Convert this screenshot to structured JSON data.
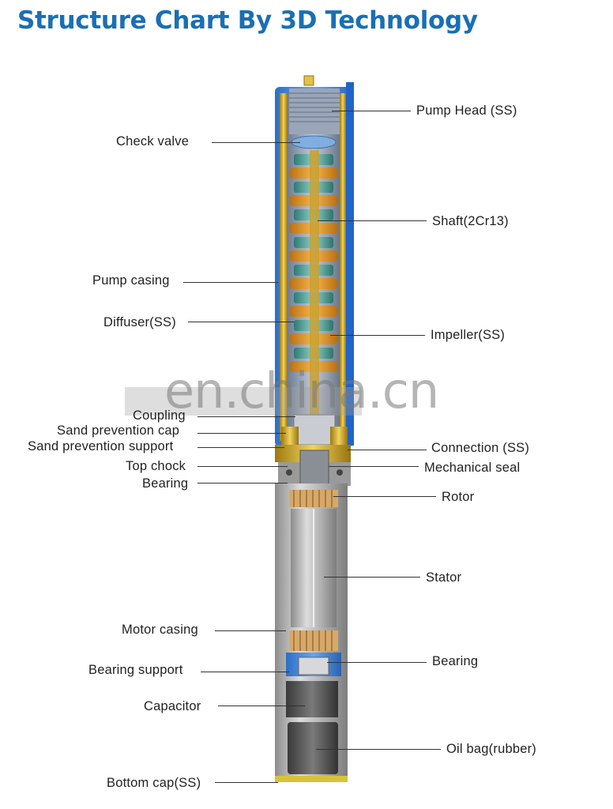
{
  "title": "Structure Chart By 3D Technology",
  "watermark": "en.china.cn",
  "labels": {
    "pump_head": "Pump Head (SS)",
    "check_valve": "Check valve",
    "shaft": "Shaft(2Cr13)",
    "pump_casing": "Pump casing",
    "diffuser": "Diffuser(SS)",
    "impeller": "Impeller(SS)",
    "coupling": "Coupling",
    "sand_prevention_cap": "Sand prevention cap",
    "sand_prevention_support": "Sand prevention support",
    "connection": "Connection (SS)",
    "top_chock": "Top chock",
    "mechanical_seal": "Mechanical seal",
    "bearing_top": "Bearing",
    "rotor": "Rotor",
    "stator": "Stator",
    "motor_casing": "Motor casing",
    "bearing_bottom": "Bearing",
    "bearing_support": "Bearing support",
    "capacitor": "Capacitor",
    "oil_bag": "Oil bag(rubber)",
    "bottom_cap": "Bottom cap(SS)"
  },
  "colors": {
    "title": "#1a6fb4",
    "casing_blue": "#3b7fd6",
    "impeller_orange": "#e89a2a",
    "diffuser_teal": "#4fa8a0",
    "motor_gray": "#a9a9a9",
    "gold": "#d9b23a"
  }
}
